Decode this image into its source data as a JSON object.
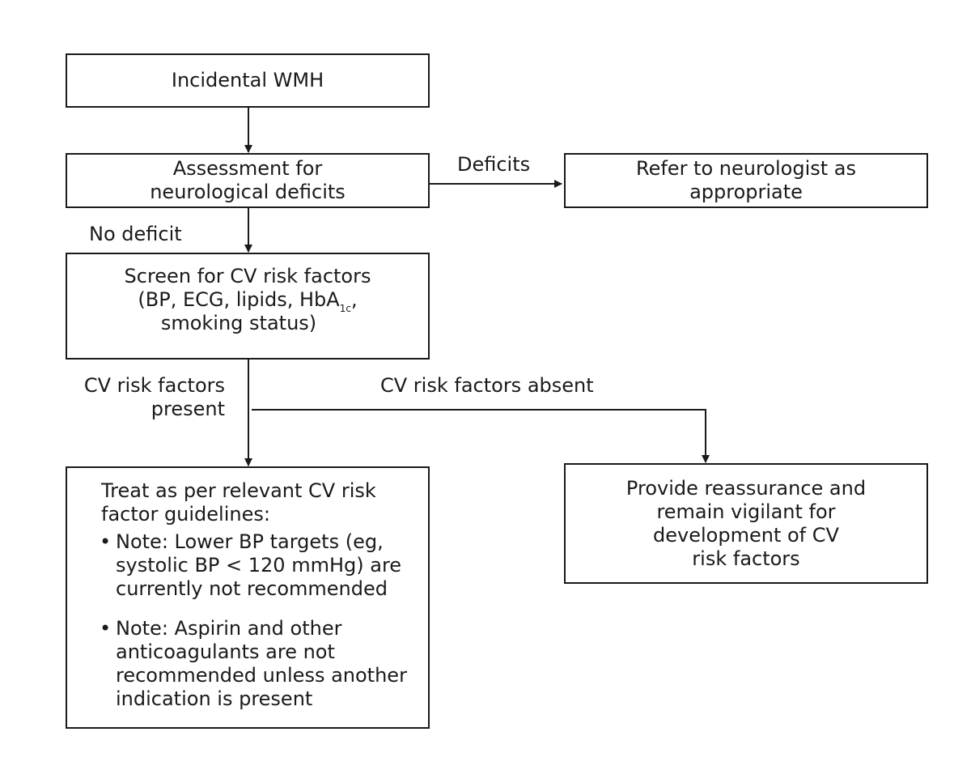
{
  "nodes": {
    "incidental": "Incidental WMH",
    "assessment": [
      "Assessment for",
      "neurological deficits"
    ],
    "refer": [
      "Refer to neurologist as",
      "appropriate"
    ],
    "screen": {
      "line1": "Screen for CV risk factors",
      "line2_pre": "(BP, ECG, lipids, HbA",
      "line2_sub": "1c",
      "line2_post": ",",
      "line3": "smoking status)"
    },
    "treat": {
      "heading": [
        "Treat as per relevant CV risk",
        "factor guidelines:"
      ],
      "bullets": [
        [
          "Note: Lower BP targets (eg,",
          "systolic BP < 120 mmHg) are",
          "currently not recommended"
        ],
        [
          "Note: Aspirin and other",
          "anticoagulants are not",
          "recommended unless another",
          "indication is present"
        ]
      ],
      "bullet_symbol": "•"
    },
    "reassure": [
      "Provide reassurance and",
      "remain vigilant for",
      "development of CV",
      "risk factors"
    ]
  },
  "edge_labels": {
    "deficits": "Deficits",
    "no_deficit": "No deficit",
    "present": [
      "CV risk factors",
      "present"
    ],
    "absent": "CV risk factors absent"
  }
}
